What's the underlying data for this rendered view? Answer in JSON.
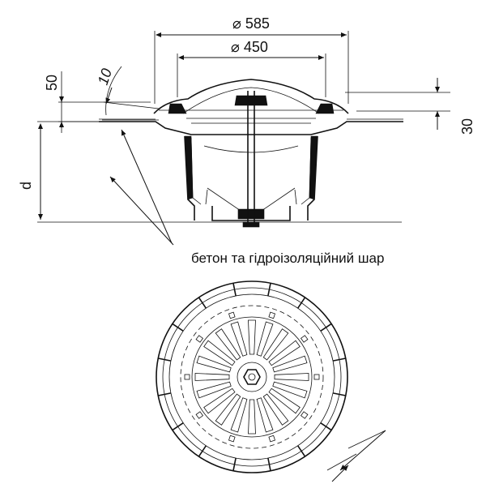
{
  "labels": {
    "dia_outer": "⌀ 585",
    "dia_inner": "⌀ 450",
    "dim_50": "50",
    "dim_10": "10",
    "dim_30": "30",
    "dim_d": "d",
    "caption": "бетон та гідроізоляційний шар"
  }
}
